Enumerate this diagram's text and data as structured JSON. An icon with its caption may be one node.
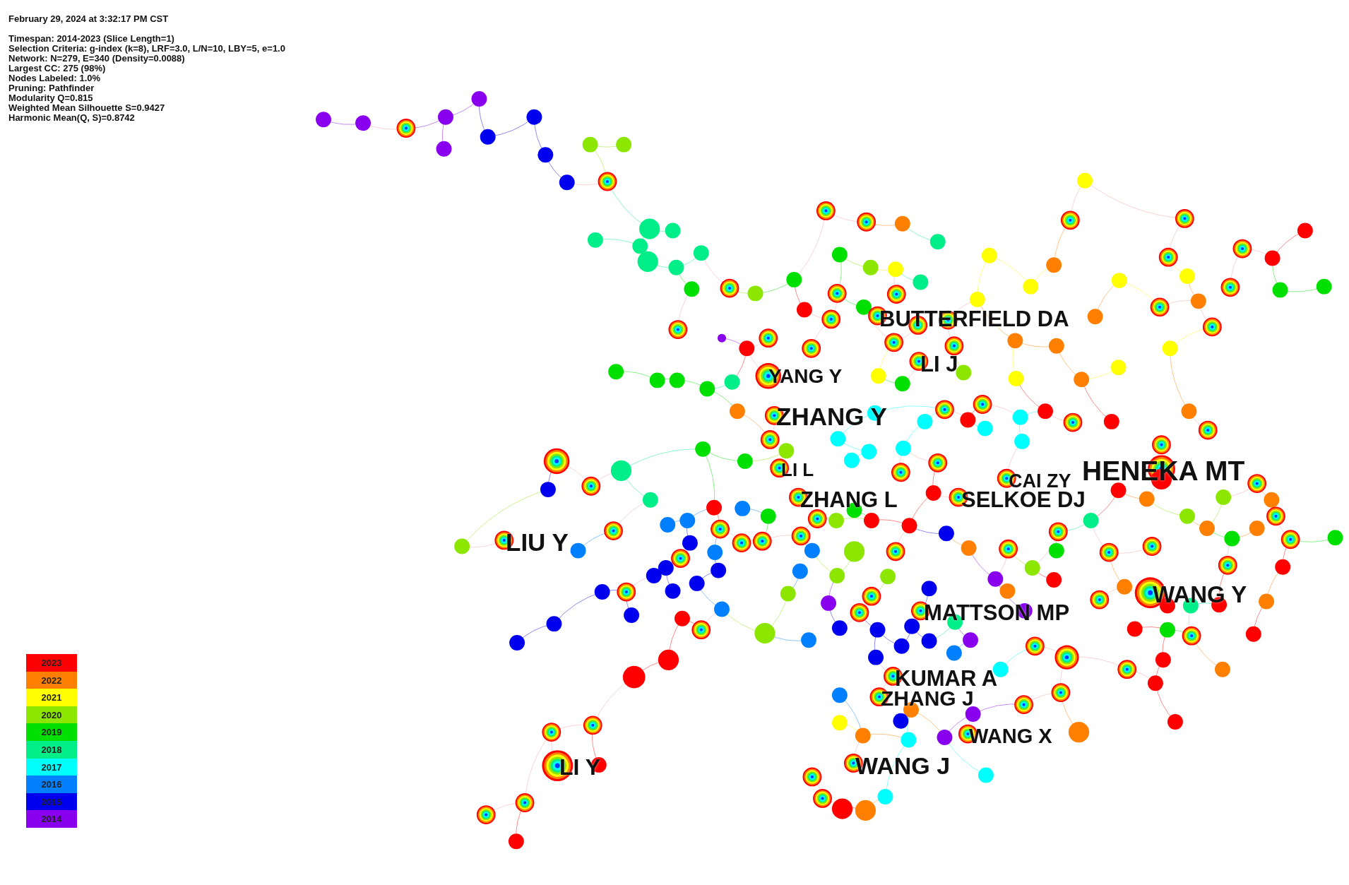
{
  "diagram": {
    "nodes": [
      {
        "text": [
          "BUTTERFIELD DA"
        ]
      },
      {
        "text": [
          "LI J"
        ]
      },
      {
        "text": [
          "YANG Y"
        ]
      },
      {
        "text": [
          "ZHANG Y"
        ]
      },
      {
        "text": [
          "LI L"
        ]
      },
      {
        "text": [
          "CAI ZY"
        ]
      },
      {
        "text": [
          "HENEKA MT"
        ]
      },
      {
        "text": [
          "ZHANG L"
        ]
      },
      {
        "text": [
          "SELKOE DJ"
        ]
      },
      {
        "text": [
          "LIU Y"
        ]
      },
      {
        "text": [
          "WANG Y"
        ]
      },
      {
        "text": [
          "MATTSON MP"
        ]
      },
      {
        "text": [
          "KUMAR A"
        ]
      },
      {
        "text": [
          "ZHANG J"
        ]
      },
      {
        "text": [
          "WANG X"
        ]
      },
      {
        "text": [
          "WANG J"
        ]
      },
      {
        "text": [
          "LI Y"
        ]
      }
    ],
    "labels": [
      "February 29, 2024 at 3:32:17 PM CST",
      "Timespan: 2014-2023 (Slice Length=1)",
      "Selection Criteria: g-index (k=8), LRF=3.0, L/N=10, LBY=5, e=1.0",
      "Network: N=279, E=340 (Density=0.0088)",
      "Largest CC: 275 (98%)",
      "Nodes Labeled: 1.0%",
      "Pruning: Pathfinder",
      "Modularity Q=0.815",
      "Weighted Mean Silhouette S=0.9427",
      "Harmonic Mean(Q, S)=0.8742"
    ],
    "legend": [
      {
        "text": "2023",
        "color": "#ff0000"
      },
      {
        "text": "2022",
        "color": "#ff8000"
      },
      {
        "text": "2021",
        "color": "#ffff00"
      },
      {
        "text": "2020",
        "color": "#8ce600"
      },
      {
        "text": "2019",
        "color": "#00e000"
      },
      {
        "text": "2018",
        "color": "#00ee88"
      },
      {
        "text": "2017",
        "color": "#00ffff"
      },
      {
        "text": "2016",
        "color": "#0080ff"
      },
      {
        "text": "2015",
        "color": "#0000ee"
      },
      {
        "text": "2014",
        "color": "#8800ee"
      }
    ]
  }
}
